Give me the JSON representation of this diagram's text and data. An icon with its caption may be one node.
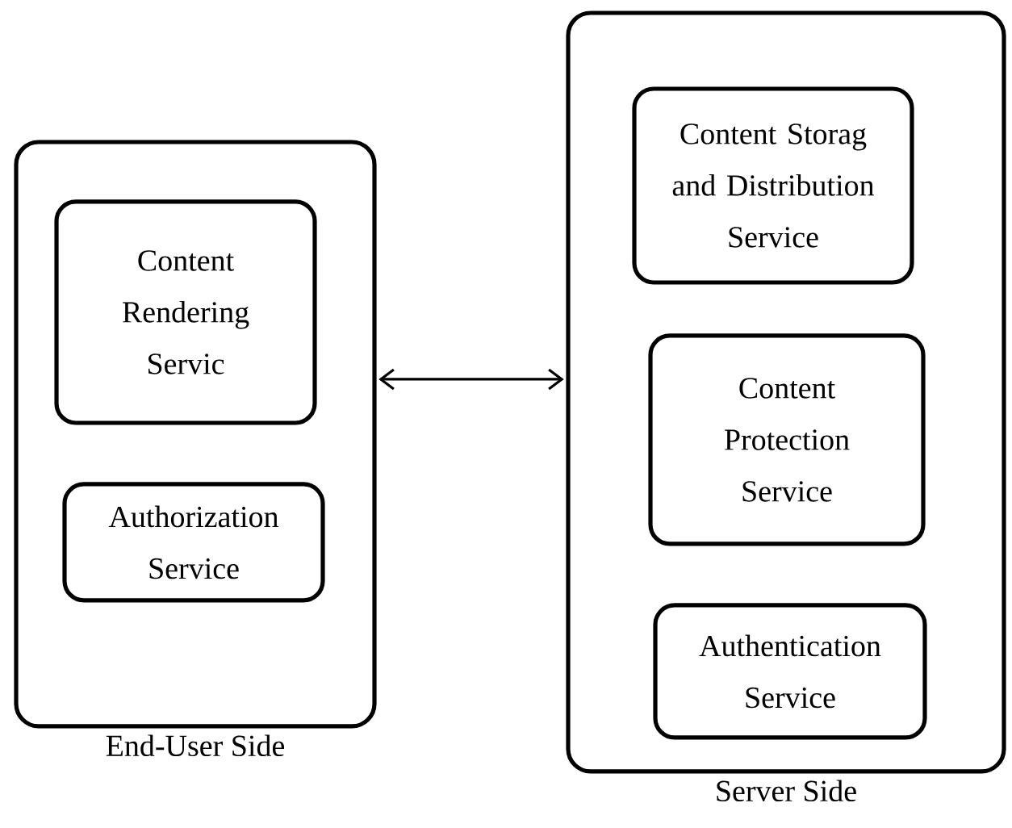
{
  "diagram": {
    "nodes": [
      {
        "text": [
          "End-User Side"
        ]
      },
      {
        "text": [
          "Content Rendering Servic"
        ],
        "in": 0
      },
      {
        "text": [
          "Authorization Service"
        ],
        "in": 0
      },
      {
        "text": [
          "Server Side"
        ]
      },
      {
        "text": [
          "Content Storag and Distribution Service"
        ],
        "in": 3
      },
      {
        "text": [
          "Content Protection Service"
        ],
        "in": 3
      },
      {
        "text": [
          "Authentication Service"
        ],
        "in": 3
      }
    ],
    "edges": [
      {
        "from": 0,
        "to": 3,
        "arrow": "both"
      }
    ]
  }
}
